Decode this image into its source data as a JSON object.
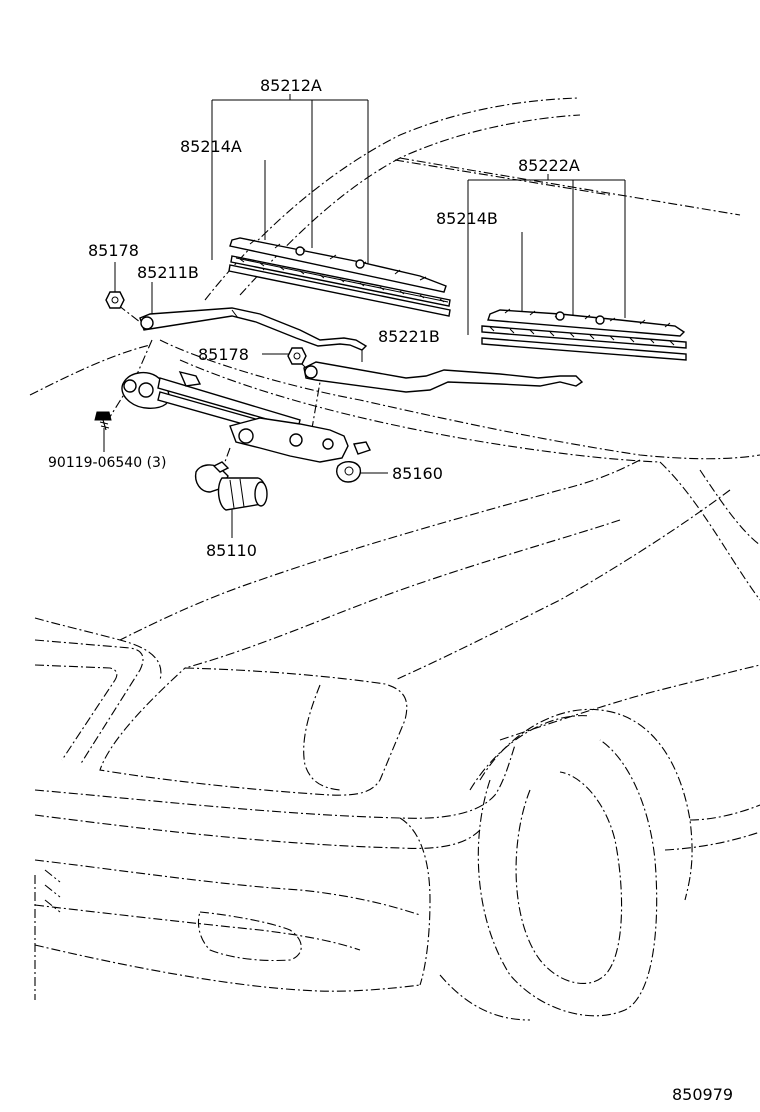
{
  "labels": {
    "p85212A": "85212A",
    "p85214A": "85214A",
    "p85222A": "85222A",
    "p85214B": "85214B",
    "p85178_top": "85178",
    "p85211B": "85211B",
    "p85178_mid": "85178",
    "p85221B": "85221B",
    "p90119": "90119-06540 (3)",
    "p85160": "85160",
    "p85110": "85110"
  },
  "diagram_number": "850979",
  "icons": {
    "wiper_blade_left": "wiper-blade",
    "wiper_blade_right": "wiper-blade",
    "wiper_arm_left": "wiper-arm",
    "wiper_arm_right": "wiper-arm",
    "wiper_link": "linkage",
    "wiper_motor": "motor",
    "nut": "nut",
    "bolt": "bolt"
  }
}
